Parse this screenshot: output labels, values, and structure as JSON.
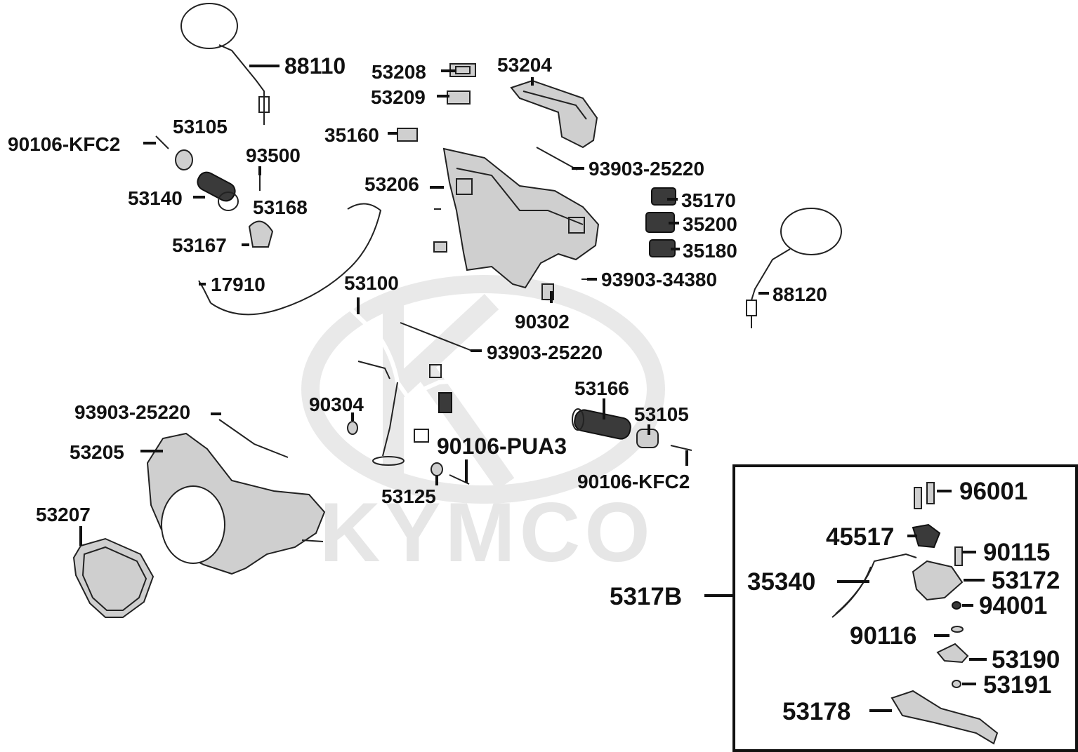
{
  "watermark": {
    "logo_text": "KYMCO"
  },
  "parts": {
    "p88110": "88110",
    "p53208": "53208",
    "p53204": "53204",
    "p53209": "53209",
    "p35160": "35160",
    "p90106_kfc2_a": "90106-KFC2",
    "p53105_a": "53105",
    "p93500": "93500",
    "p53140": "53140",
    "p53168": "53168",
    "p53167": "53167",
    "p17910": "17910",
    "p53206": "53206",
    "p93903_25220_a": "93903-25220",
    "p35170": "35170",
    "p35200": "35200",
    "p35180": "35180",
    "p93903_34380": "93903-34380",
    "p88120": "88120",
    "p53100": "53100",
    "p90302": "90302",
    "p93903_25220_b": "93903-25220",
    "p53166": "53166",
    "p90304": "90304",
    "p53105_b": "53105",
    "p93903_25220_c": "93903-25220",
    "p53205": "53205",
    "p90106_pua3": "90106-PUA3",
    "p90106_kfc2_b": "90106-KFC2",
    "p53125": "53125",
    "p53207": "53207"
  },
  "inset": {
    "assembly": "5317B",
    "p96001": "96001",
    "p45517": "45517",
    "p90115": "90115",
    "p35340": "35340",
    "p53172": "53172",
    "p94001": "94001",
    "p90116": "90116",
    "p53190": "53190",
    "p53191": "53191",
    "p53178": "53178"
  }
}
